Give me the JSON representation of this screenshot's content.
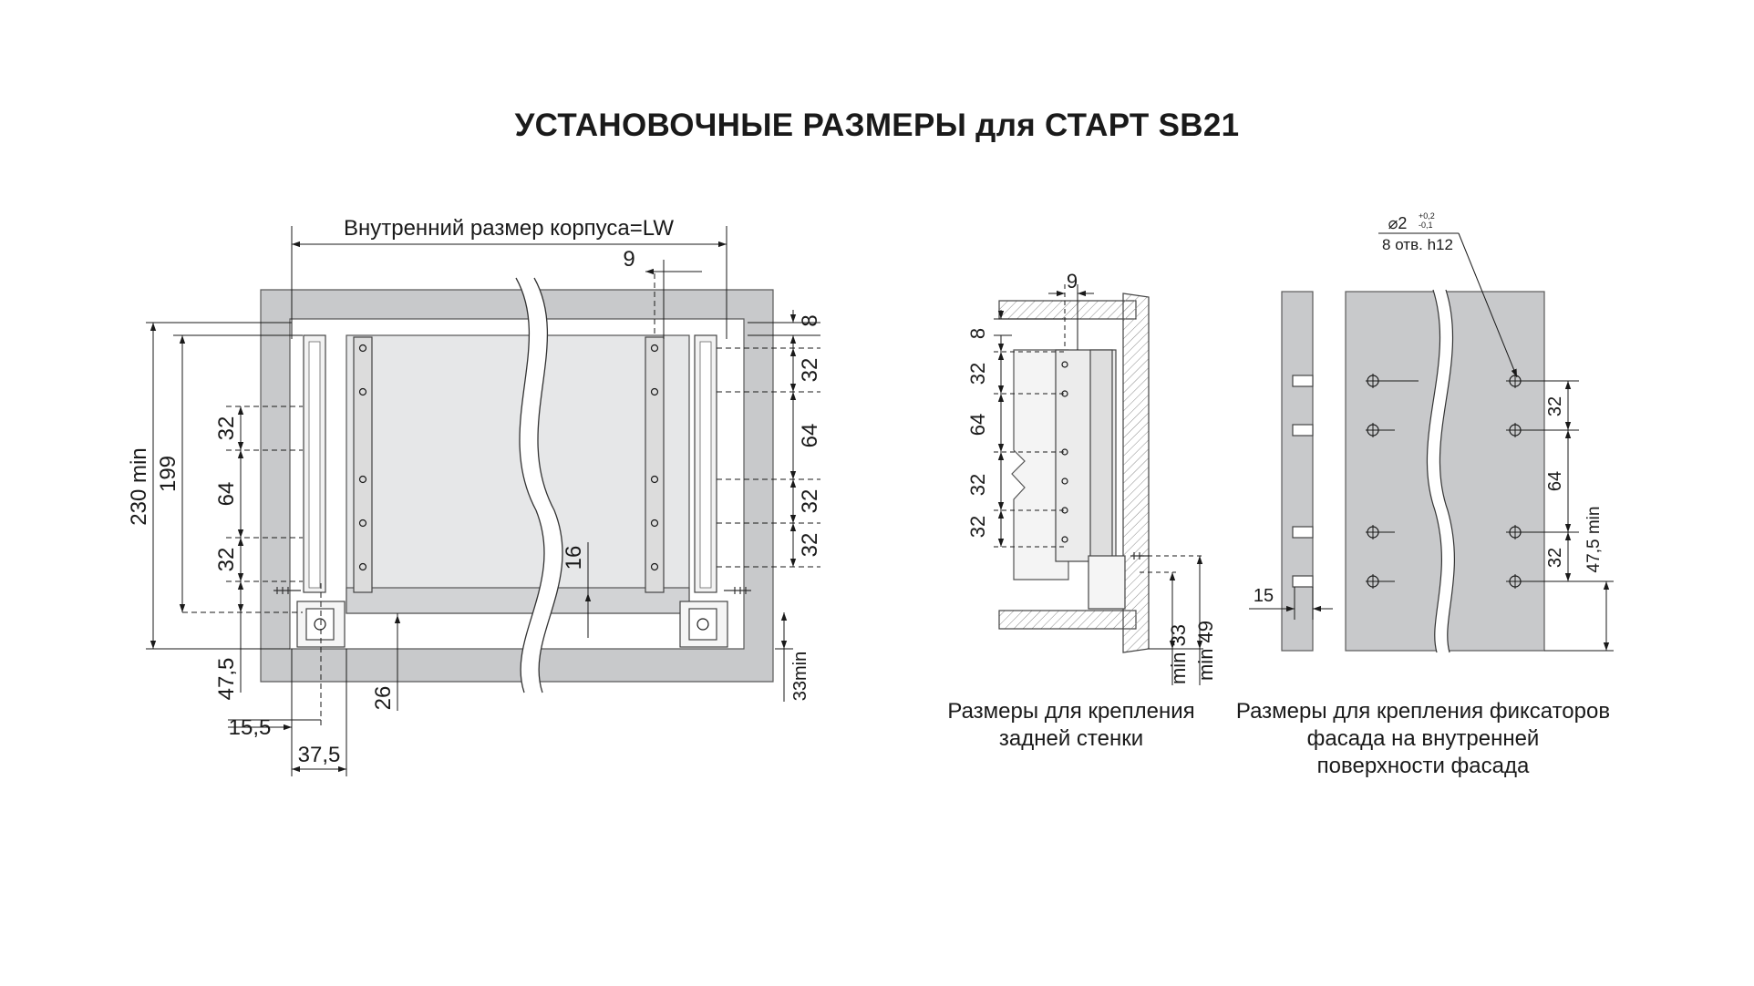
{
  "title": "УСТАНОВОЧНЫЕ РАЗМЕРЫ  для СТАРТ SB21",
  "colors": {
    "panel": "#c8c9cb",
    "panel_stroke": "#5a5a5a",
    "line": "#1a1a1a",
    "drawer": "#e6e7e8",
    "background": "#ffffff"
  },
  "front_view": {
    "lw_label": "Внутренний размер корпуса=LW",
    "dims": {
      "d9": "9",
      "d230": "230 min",
      "d199": "199",
      "d32a": "32",
      "d64": "64",
      "d32b": "32",
      "d47": "47,5",
      "d15": "15,5",
      "d37": "37,5",
      "d26": "26",
      "d16": "16",
      "r8": "8",
      "r32a": "32",
      "r64": "64",
      "r32b": "32",
      "r32c": "32",
      "r33": "33min"
    }
  },
  "rear_view": {
    "dims": {
      "d9": "9",
      "d8": "8",
      "d32a": "32",
      "d64": "64",
      "d32b": "32",
      "d32c": "32",
      "min33": "min 33",
      "min49": "min 49"
    },
    "caption": [
      "Размеры для крепления",
      "задней стенки"
    ]
  },
  "facade_view": {
    "hole_spec_top": "⌀2",
    "hole_tol": [
      "+0,2",
      "-0,1"
    ],
    "hole_spec_bottom": "8 отв. h12",
    "dims": {
      "d32a": "32",
      "d64": "64",
      "d32b": "32",
      "d47": "47,5 min",
      "d15": "15"
    },
    "caption": [
      "Размеры для крепления фиксаторов",
      "фасада на внутренней",
      "поверхности фасада"
    ]
  }
}
